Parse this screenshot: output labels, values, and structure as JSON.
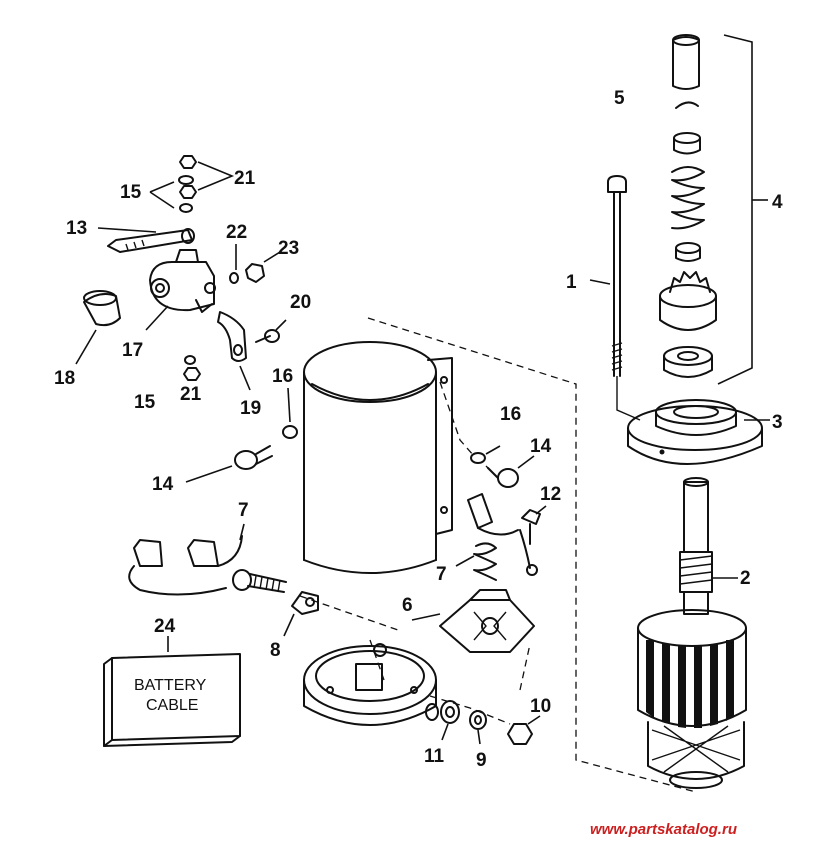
{
  "diagram": {
    "callouts": [
      "1",
      "2",
      "3",
      "4",
      "5",
      "6",
      "7",
      "7",
      "8",
      "9",
      "10",
      "11",
      "12",
      "13",
      "14",
      "14",
      "15",
      "15",
      "16",
      "16",
      "17",
      "18",
      "19",
      "20",
      "21",
      "21",
      "22",
      "23",
      "24"
    ],
    "battery_box": {
      "line1": "BATTERY",
      "line2": "CABLE"
    },
    "watermark": "www.partskatalog.ru"
  },
  "colors": {
    "ink": "#111111",
    "watermark": "#cc1f1f",
    "paper": "#ffffff"
  }
}
